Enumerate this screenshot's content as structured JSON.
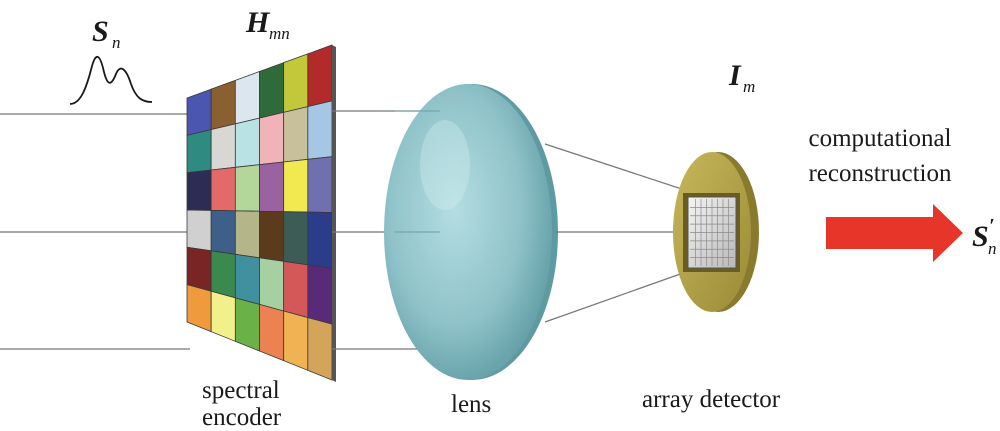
{
  "labels": {
    "spectrum_symbol": "S",
    "spectrum_sub": "n",
    "matrix_symbol": "H",
    "matrix_sub": "mn",
    "intensity_symbol": "I",
    "intensity_sub": "m",
    "output_symbol": "S",
    "output_prime": "′",
    "output_sub": "n",
    "encoder_line1": "spectral",
    "encoder_line2": "encoder",
    "lens": "lens",
    "detector": "array detector",
    "recon_line1": "computational",
    "recon_line2": "reconstruction"
  },
  "colors": {
    "lens": "#8fc3c9",
    "detector_body": "#b3a24a",
    "arrow": "#e8352a",
    "ray": "#777777",
    "encoder_grid": [
      [
        "#4a56b0",
        "#8a6030",
        "#dce6ee",
        "#2f6b3a",
        "#c2c83a",
        "#b32a2a"
      ],
      [
        "#2f8a80",
        "#d9d7d2",
        "#b9e2e4",
        "#f0b3b8",
        "#c8c09a",
        "#a6c6e6"
      ],
      [
        "#2c2c55",
        "#e46a6a",
        "#b3d69a",
        "#9a62a0",
        "#f0ea50",
        "#7070b0"
      ],
      [
        "#d0d0d0",
        "#3e6088",
        "#b4b68a",
        "#5c3b1c",
        "#3d5c55",
        "#2a3c8a"
      ],
      [
        "#7a2525",
        "#3a8a50",
        "#4090a0",
        "#a6d0a2",
        "#d45858",
        "#5a2a7a"
      ],
      [
        "#ef9a3c",
        "#f1f08a",
        "#6ab248",
        "#ec8252",
        "#f0b252",
        "#d4a45a"
      ]
    ]
  }
}
